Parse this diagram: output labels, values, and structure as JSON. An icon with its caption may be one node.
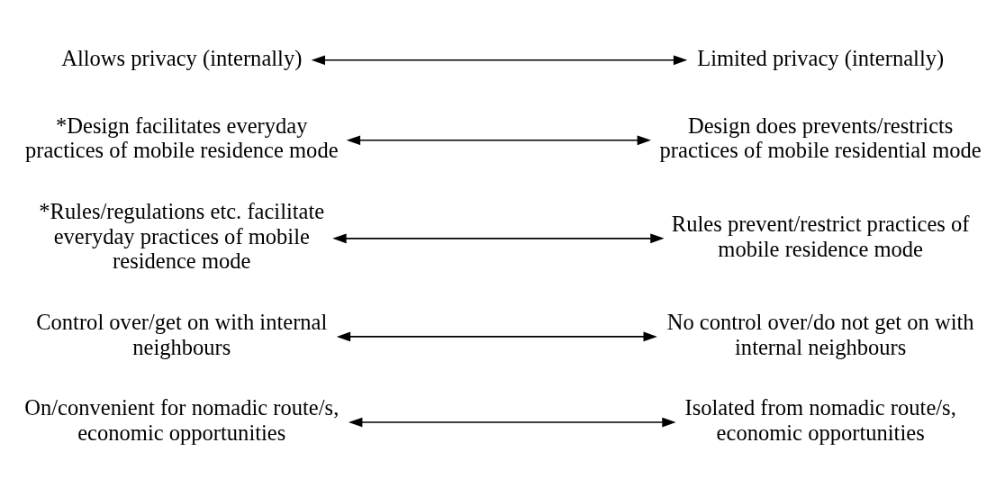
{
  "diagram": {
    "nodes": [
      {
        "text": [
          "On/convenient for nomadic route/s, economic opportunities"
        ]
      },
      {
        "text": [
          "Isolated from nomadic route/s, economic opportunities"
        ]
      },
      {
        "text": [
          "Control over/get on with internal neighbours"
        ]
      },
      {
        "text": [
          "No control over/do not get on with internal neighbours"
        ]
      },
      {
        "text": [
          "*Rules/regulations etc. facilitate everyday practices of mobile residence mode"
        ]
      },
      {
        "text": [
          "Rules prevent/restrict practices of mobile residence mode"
        ]
      },
      {
        "text": [
          "*Design facilitates everyday practices of mobile residence mode"
        ]
      },
      {
        "text": [
          "Design does prevents/restricts practices of mobile residential mode"
        ]
      },
      {
        "text": [
          "Allows privacy (internally)"
        ]
      },
      {
        "text": [
          "Limited privacy (internally)"
        ]
      }
    ],
    "edges": [
      {
        "from": 0,
        "to": 1,
        "arrow": "both"
      },
      {
        "from": 2,
        "to": 3,
        "arrow": "both"
      },
      {
        "from": 4,
        "to": 5,
        "arrow": "both"
      },
      {
        "from": 6,
        "to": 7,
        "arrow": "both"
      },
      {
        "from": 8,
        "to": 9,
        "arrow": "both"
      }
    ]
  }
}
